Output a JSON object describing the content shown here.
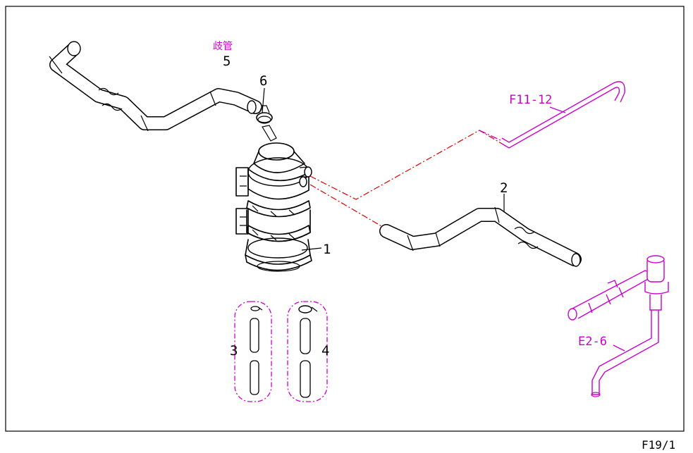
{
  "labels": {
    "part_1": "1",
    "part_2": "2",
    "part_3": "3",
    "part_4": "4",
    "part_5": "5",
    "part_6": "6",
    "manifold_note": "歧管",
    "ref_f11_12": "F11-12",
    "ref_e2_6": "E2-6",
    "sheet_code": "F19/1"
  },
  "colors": {
    "frame": "#000000",
    "reference": "#cc00cc",
    "vacuum_line": "#dd0000"
  }
}
